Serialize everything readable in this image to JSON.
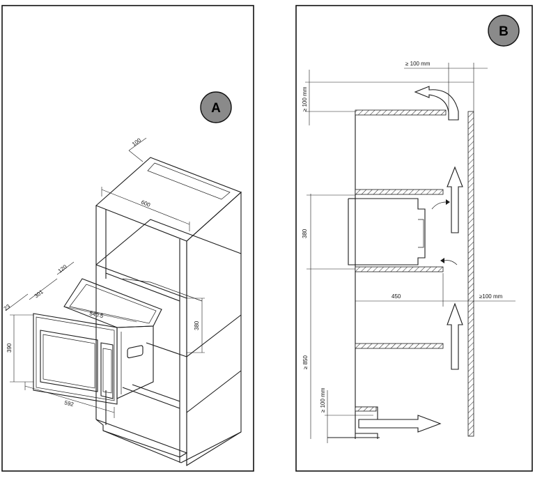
{
  "panel_a": {
    "badge": "A",
    "dimensions": {
      "top_depth": "100",
      "cabinet_width": "600",
      "microwave_depth_top": "120",
      "microwave_depth": "301",
      "frame_offset": "23",
      "inner_width": "540.5",
      "niche_height": "380",
      "front_height": "390",
      "front_width": "592"
    }
  },
  "panel_b": {
    "badge": "B",
    "dimensions": {
      "top_clearance_h": "≥ 100   mm",
      "top_clearance_v": "≥ 100 mm",
      "niche_height": "380",
      "niche_depth": "450",
      "rear_gap": "≥100 mm",
      "floor_height": "≥  850",
      "bottom_clearance": "≥  100    mm"
    }
  }
}
